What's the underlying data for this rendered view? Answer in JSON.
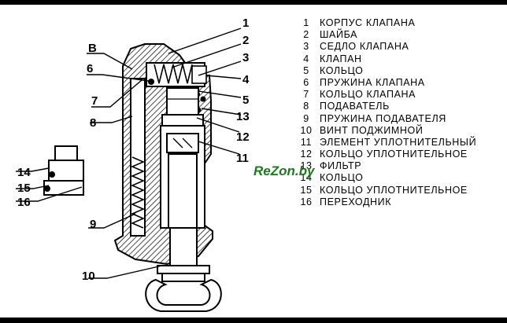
{
  "watermark": "ReZon.by",
  "callouts": [
    "1",
    "2",
    "3",
    "4",
    "5",
    "6",
    "7",
    "8",
    "9",
    "10",
    "11",
    "12",
    "13",
    "14",
    "15",
    "16",
    "В"
  ],
  "legend": [
    {
      "num": "1",
      "text": "КОРПУС КЛАПАНА"
    },
    {
      "num": "2",
      "text": "ШАЙБА"
    },
    {
      "num": "3",
      "text": "СЕДЛО КЛАПАНА"
    },
    {
      "num": "4",
      "text": "КЛАПАН"
    },
    {
      "num": "5",
      "text": "КОЛЬЦО"
    },
    {
      "num": "6",
      "text": "ПРУЖИНА КЛАПАНА"
    },
    {
      "num": "7",
      "text": "КОЛЬЦО КЛАПАНА"
    },
    {
      "num": "8",
      "text": "ПОДАВАТЕЛЬ"
    },
    {
      "num": "9",
      "text": "ПРУЖИНА ПОДАВАТЕЛЯ"
    },
    {
      "num": "10",
      "text": "ВИНТ ПОДЖИМНОЙ"
    },
    {
      "num": "11",
      "text": "ЭЛЕМЕНТ УПЛОТНИТЕЛЬНЫЙ"
    },
    {
      "num": "12",
      "text": "КОЛЬЦО УПЛОТНИТЕЛЬНОЕ"
    },
    {
      "num": "13",
      "text": "ФИЛЬТР"
    },
    {
      "num": "14",
      "text": "КОЛЬЦО"
    },
    {
      "num": "15",
      "text": "КОЛЬЦО УПЛОТНИТЕЛЬНОЕ"
    },
    {
      "num": "16",
      "text": "ПЕРЕХОДНИК"
    }
  ],
  "colors": {
    "line": "#000000",
    "background": "#ffffff",
    "watermark": "#1e7a1e"
  }
}
